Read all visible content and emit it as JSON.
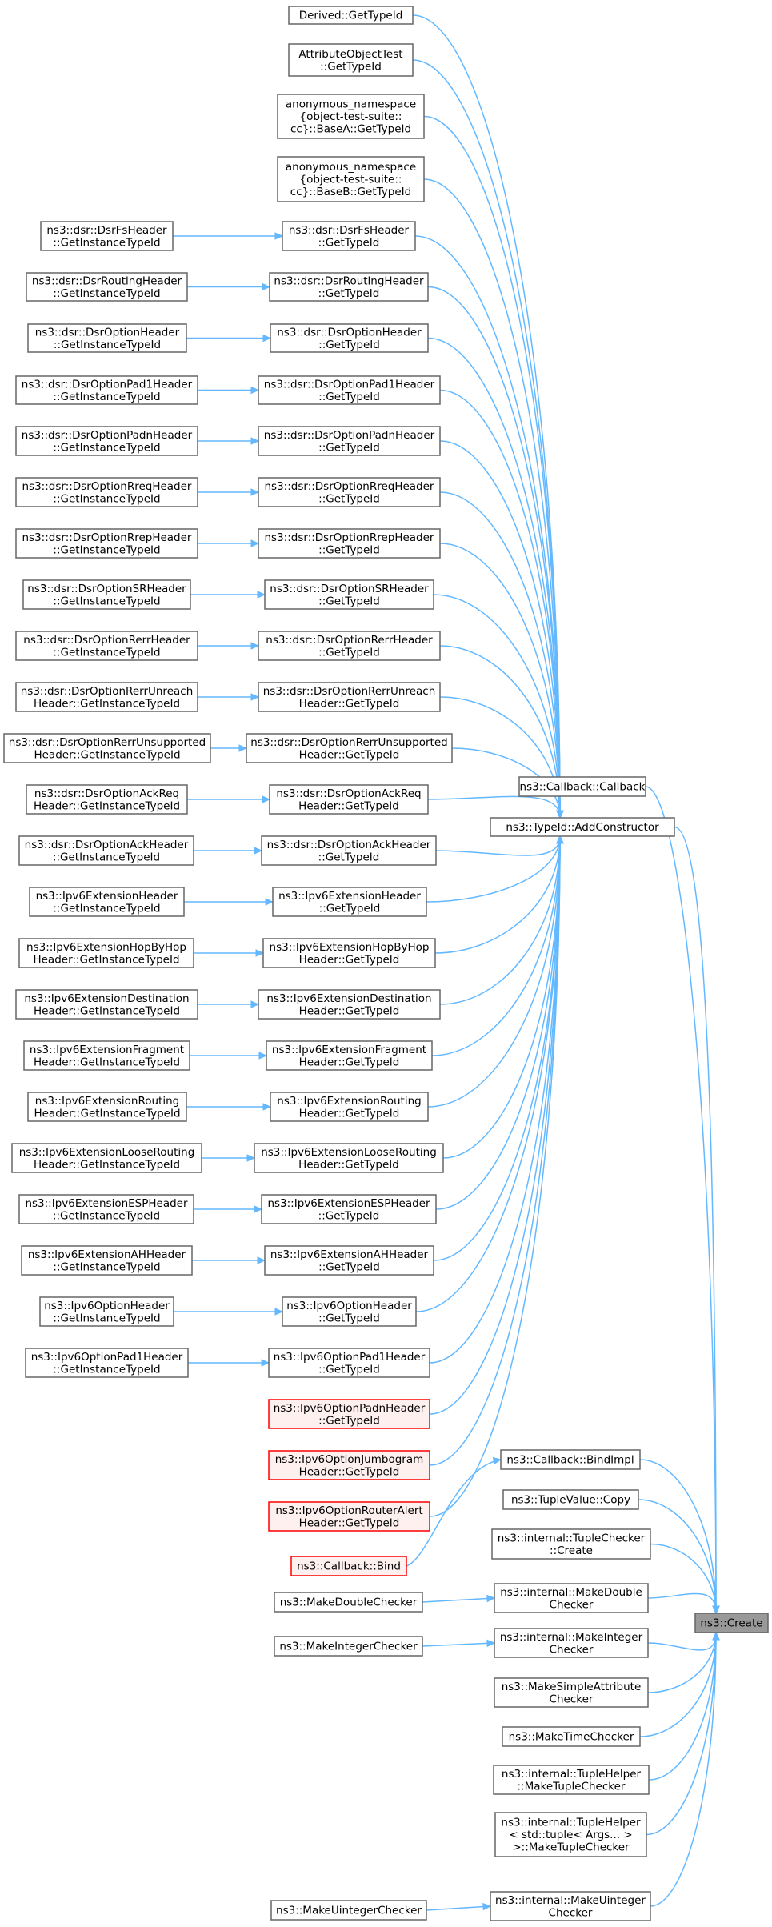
{
  "nodes": [
    {
      "id": "derived",
      "lines": [
        "Derived::GetTypeId"
      ]
    },
    {
      "id": "attrobj",
      "lines": [
        "AttributeObjectTest",
        "::GetTypeId"
      ]
    },
    {
      "id": "basea",
      "lines": [
        "anonymous_namespace",
        "{object-test-suite::",
        "cc}::BaseA::GetTypeId"
      ]
    },
    {
      "id": "baseb",
      "lines": [
        "anonymous_namespace",
        "{object-test-suite::",
        "cc}::BaseB::GetTypeId"
      ]
    },
    {
      "id": "fs_i",
      "lines": [
        "ns3::dsr::DsrFsHeader",
        "::GetInstanceTypeId"
      ]
    },
    {
      "id": "fs_g",
      "lines": [
        "ns3::dsr::DsrFsHeader",
        "::GetTypeId"
      ]
    },
    {
      "id": "rt_i",
      "lines": [
        "ns3::dsr::DsrRoutingHeader",
        "::GetInstanceTypeId"
      ]
    },
    {
      "id": "rt_g",
      "lines": [
        "ns3::dsr::DsrRoutingHeader",
        "::GetTypeId"
      ]
    },
    {
      "id": "op_i",
      "lines": [
        "ns3::dsr::DsrOptionHeader",
        "::GetInstanceTypeId"
      ]
    },
    {
      "id": "op_g",
      "lines": [
        "ns3::dsr::DsrOptionHeader",
        "::GetTypeId"
      ]
    },
    {
      "id": "p1_i",
      "lines": [
        "ns3::dsr::DsrOptionPad1Header",
        "::GetInstanceTypeId"
      ]
    },
    {
      "id": "p1_g",
      "lines": [
        "ns3::dsr::DsrOptionPad1Header",
        "::GetTypeId"
      ]
    },
    {
      "id": "pn_i",
      "lines": [
        "ns3::dsr::DsrOptionPadnHeader",
        "::GetInstanceTypeId"
      ]
    },
    {
      "id": "pn_g",
      "lines": [
        "ns3::dsr::DsrOptionPadnHeader",
        "::GetTypeId"
      ]
    },
    {
      "id": "rq_i",
      "lines": [
        "ns3::dsr::DsrOptionRreqHeader",
        "::GetInstanceTypeId"
      ]
    },
    {
      "id": "rq_g",
      "lines": [
        "ns3::dsr::DsrOptionRreqHeader",
        "::GetTypeId"
      ]
    },
    {
      "id": "rp_i",
      "lines": [
        "ns3::dsr::DsrOptionRrepHeader",
        "::GetInstanceTypeId"
      ]
    },
    {
      "id": "rp_g",
      "lines": [
        "ns3::dsr::DsrOptionRrepHeader",
        "::GetTypeId"
      ]
    },
    {
      "id": "sr_i",
      "lines": [
        "ns3::dsr::DsrOptionSRHeader",
        "::GetInstanceTypeId"
      ]
    },
    {
      "id": "sr_g",
      "lines": [
        "ns3::dsr::DsrOptionSRHeader",
        "::GetTypeId"
      ]
    },
    {
      "id": "re_i",
      "lines": [
        "ns3::dsr::DsrOptionRerrHeader",
        "::GetInstanceTypeId"
      ]
    },
    {
      "id": "re_g",
      "lines": [
        "ns3::dsr::DsrOptionRerrHeader",
        "::GetTypeId"
      ]
    },
    {
      "id": "ru_i",
      "lines": [
        "ns3::dsr::DsrOptionRerrUnreach",
        "Header::GetInstanceTypeId"
      ]
    },
    {
      "id": "ru_g",
      "lines": [
        "ns3::dsr::DsrOptionRerrUnreach",
        "Header::GetTypeId"
      ]
    },
    {
      "id": "rs_i",
      "lines": [
        "ns3::dsr::DsrOptionRerrUnsupported",
        "Header::GetInstanceTypeId"
      ]
    },
    {
      "id": "rs_g",
      "lines": [
        "ns3::dsr::DsrOptionRerrUnsupported",
        "Header::GetTypeId"
      ]
    },
    {
      "id": "cb_cb",
      "lines": [
        "ns3::Callback::Callback"
      ]
    },
    {
      "id": "ar_i",
      "lines": [
        "ns3::dsr::DsrOptionAckReq",
        "Header::GetInstanceTypeId"
      ]
    },
    {
      "id": "ar_g",
      "lines": [
        "ns3::dsr::DsrOptionAckReq",
        "Header::GetTypeId"
      ]
    },
    {
      "id": "addc",
      "lines": [
        "ns3::TypeId::AddConstructor"
      ]
    },
    {
      "id": "ah_i",
      "lines": [
        "ns3::dsr::DsrOptionAckHeader",
        "::GetInstanceTypeId"
      ]
    },
    {
      "id": "ah_g",
      "lines": [
        "ns3::dsr::DsrOptionAckHeader",
        "::GetTypeId"
      ]
    },
    {
      "id": "ie_i",
      "lines": [
        "ns3::Ipv6ExtensionHeader",
        "::GetInstanceTypeId"
      ]
    },
    {
      "id": "ie_g",
      "lines": [
        "ns3::Ipv6ExtensionHeader",
        "::GetTypeId"
      ]
    },
    {
      "id": "hh_i",
      "lines": [
        "ns3::Ipv6ExtensionHopByHop",
        "Header::GetInstanceTypeId"
      ]
    },
    {
      "id": "hh_g",
      "lines": [
        "ns3::Ipv6ExtensionHopByHop",
        "Header::GetTypeId"
      ]
    },
    {
      "id": "de_i",
      "lines": [
        "ns3::Ipv6ExtensionDestination",
        "Header::GetInstanceTypeId"
      ]
    },
    {
      "id": "de_g",
      "lines": [
        "ns3::Ipv6ExtensionDestination",
        "Header::GetTypeId"
      ]
    },
    {
      "id": "fr_i",
      "lines": [
        "ns3::Ipv6ExtensionFragment",
        "Header::GetInstanceTypeId"
      ]
    },
    {
      "id": "fr_g",
      "lines": [
        "ns3::Ipv6ExtensionFragment",
        "Header::GetTypeId"
      ]
    },
    {
      "id": "ro_i",
      "lines": [
        "ns3::Ipv6ExtensionRouting",
        "Header::GetInstanceTypeId"
      ]
    },
    {
      "id": "ro_g",
      "lines": [
        "ns3::Ipv6ExtensionRouting",
        "Header::GetTypeId"
      ]
    },
    {
      "id": "lr_i",
      "lines": [
        "ns3::Ipv6ExtensionLooseRouting",
        "Header::GetInstanceTypeId"
      ]
    },
    {
      "id": "lr_g",
      "lines": [
        "ns3::Ipv6ExtensionLooseRouting",
        "Header::GetTypeId"
      ]
    },
    {
      "id": "es_i",
      "lines": [
        "ns3::Ipv6ExtensionESPHeader",
        "::GetInstanceTypeId"
      ]
    },
    {
      "id": "es_g",
      "lines": [
        "ns3::Ipv6ExtensionESPHeader",
        "::GetTypeId"
      ]
    },
    {
      "id": "au_i",
      "lines": [
        "ns3::Ipv6ExtensionAHHeader",
        "::GetInstanceTypeId"
      ]
    },
    {
      "id": "au_g",
      "lines": [
        "ns3::Ipv6ExtensionAHHeader",
        "::GetTypeId"
      ]
    },
    {
      "id": "oh_i",
      "lines": [
        "ns3::Ipv6OptionHeader",
        "::GetInstanceTypeId"
      ]
    },
    {
      "id": "oh_g",
      "lines": [
        "ns3::Ipv6OptionHeader",
        "::GetTypeId"
      ]
    },
    {
      "id": "o1_i",
      "lines": [
        "ns3::Ipv6OptionPad1Header",
        "::GetInstanceTypeId"
      ]
    },
    {
      "id": "o1_g",
      "lines": [
        "ns3::Ipv6OptionPad1Header",
        "::GetTypeId"
      ]
    },
    {
      "id": "on_g",
      "lines": [
        "ns3::Ipv6OptionPadnHeader",
        "::GetTypeId"
      ],
      "style": "red"
    },
    {
      "id": "bimpl",
      "lines": [
        "ns3::Callback::BindImpl"
      ]
    },
    {
      "id": "jumbo",
      "lines": [
        "ns3::Ipv6OptionJumbogram",
        "Header::GetTypeId"
      ],
      "style": "red"
    },
    {
      "id": "tvcopy",
      "lines": [
        "ns3::TupleValue::Copy"
      ]
    },
    {
      "id": "ralert",
      "lines": [
        "ns3::Ipv6OptionRouterAlert",
        "Header::GetTypeId"
      ],
      "style": "red"
    },
    {
      "id": "tcc",
      "lines": [
        "ns3::internal::TupleChecker",
        "::Create"
      ]
    },
    {
      "id": "bind",
      "lines": [
        "ns3::Callback::Bind"
      ],
      "style": "red"
    },
    {
      "id": "mdc",
      "lines": [
        "ns3::MakeDoubleChecker"
      ]
    },
    {
      "id": "imdc",
      "lines": [
        "ns3::internal::MakeDouble",
        "Checker"
      ]
    },
    {
      "id": "create",
      "lines": [
        "ns3::Create"
      ],
      "style": "focus"
    },
    {
      "id": "mic",
      "lines": [
        "ns3::MakeIntegerChecker"
      ]
    },
    {
      "id": "imic",
      "lines": [
        "ns3::internal::MakeInteger",
        "Checker"
      ]
    },
    {
      "id": "msac",
      "lines": [
        "ns3::MakeSimpleAttribute",
        "Checker"
      ]
    },
    {
      "id": "mtc",
      "lines": [
        "ns3::MakeTimeChecker"
      ]
    },
    {
      "id": "thm",
      "lines": [
        "ns3::internal::TupleHelper",
        "::MakeTupleChecker"
      ]
    },
    {
      "id": "tht",
      "lines": [
        "ns3::internal::TupleHelper",
        "< std::tuple< Args... >",
        " >::MakeTupleChecker"
      ]
    },
    {
      "id": "muc",
      "lines": [
        "ns3::MakeUintegerChecker"
      ]
    },
    {
      "id": "imuc",
      "lines": [
        "ns3::internal::MakeUinteger",
        "Checker"
      ]
    }
  ],
  "edges": [
    [
      "fs_i",
      "fs_g"
    ],
    [
      "rt_i",
      "rt_g"
    ],
    [
      "op_i",
      "op_g"
    ],
    [
      "p1_i",
      "p1_g"
    ],
    [
      "pn_i",
      "pn_g"
    ],
    [
      "rq_i",
      "rq_g"
    ],
    [
      "rp_i",
      "rp_g"
    ],
    [
      "sr_i",
      "sr_g"
    ],
    [
      "re_i",
      "re_g"
    ],
    [
      "ru_i",
      "ru_g"
    ],
    [
      "rs_i",
      "rs_g"
    ],
    [
      "ar_i",
      "ar_g"
    ],
    [
      "ah_i",
      "ah_g"
    ],
    [
      "ie_i",
      "ie_g"
    ],
    [
      "hh_i",
      "hh_g"
    ],
    [
      "de_i",
      "de_g"
    ],
    [
      "fr_i",
      "fr_g"
    ],
    [
      "ro_i",
      "ro_g"
    ],
    [
      "lr_i",
      "lr_g"
    ],
    [
      "es_i",
      "es_g"
    ],
    [
      "au_i",
      "au_g"
    ],
    [
      "oh_i",
      "oh_g"
    ],
    [
      "o1_i",
      "o1_g"
    ],
    [
      "derived",
      "addc"
    ],
    [
      "attrobj",
      "addc"
    ],
    [
      "basea",
      "addc"
    ],
    [
      "baseb",
      "addc"
    ],
    [
      "fs_g",
      "addc"
    ],
    [
      "rt_g",
      "addc"
    ],
    [
      "op_g",
      "addc"
    ],
    [
      "p1_g",
      "addc"
    ],
    [
      "pn_g",
      "addc"
    ],
    [
      "rq_g",
      "addc"
    ],
    [
      "rp_g",
      "addc"
    ],
    [
      "sr_g",
      "addc"
    ],
    [
      "re_g",
      "addc"
    ],
    [
      "ru_g",
      "addc"
    ],
    [
      "rs_g",
      "addc"
    ],
    [
      "ar_g",
      "addc"
    ],
    [
      "ah_g",
      "addc"
    ],
    [
      "ie_g",
      "addc"
    ],
    [
      "hh_g",
      "addc"
    ],
    [
      "de_g",
      "addc"
    ],
    [
      "fr_g",
      "addc"
    ],
    [
      "ro_g",
      "addc"
    ],
    [
      "lr_g",
      "addc"
    ],
    [
      "es_g",
      "addc"
    ],
    [
      "au_g",
      "addc"
    ],
    [
      "oh_g",
      "addc"
    ],
    [
      "o1_g",
      "addc"
    ],
    [
      "on_g",
      "addc"
    ],
    [
      "jumbo",
      "addc"
    ],
    [
      "ralert",
      "addc"
    ],
    [
      "bind",
      "bimpl"
    ],
    [
      "mdc",
      "imdc"
    ],
    [
      "mic",
      "imic"
    ],
    [
      "muc",
      "imuc"
    ],
    [
      "addc",
      "create"
    ],
    [
      "cb_cb",
      "create"
    ],
    [
      "bimpl",
      "create"
    ],
    [
      "tvcopy",
      "create"
    ],
    [
      "tcc",
      "create"
    ],
    [
      "imdc",
      "create"
    ],
    [
      "imic",
      "create"
    ],
    [
      "msac",
      "create"
    ],
    [
      "mtc",
      "create"
    ],
    [
      "thm",
      "create"
    ],
    [
      "tht",
      "create"
    ],
    [
      "imuc",
      "create"
    ]
  ],
  "colors": {
    "edge": "#63b8ff",
    "node_border": "#666666",
    "red_border": "#ff0000",
    "focus_fill": "#999999"
  }
}
